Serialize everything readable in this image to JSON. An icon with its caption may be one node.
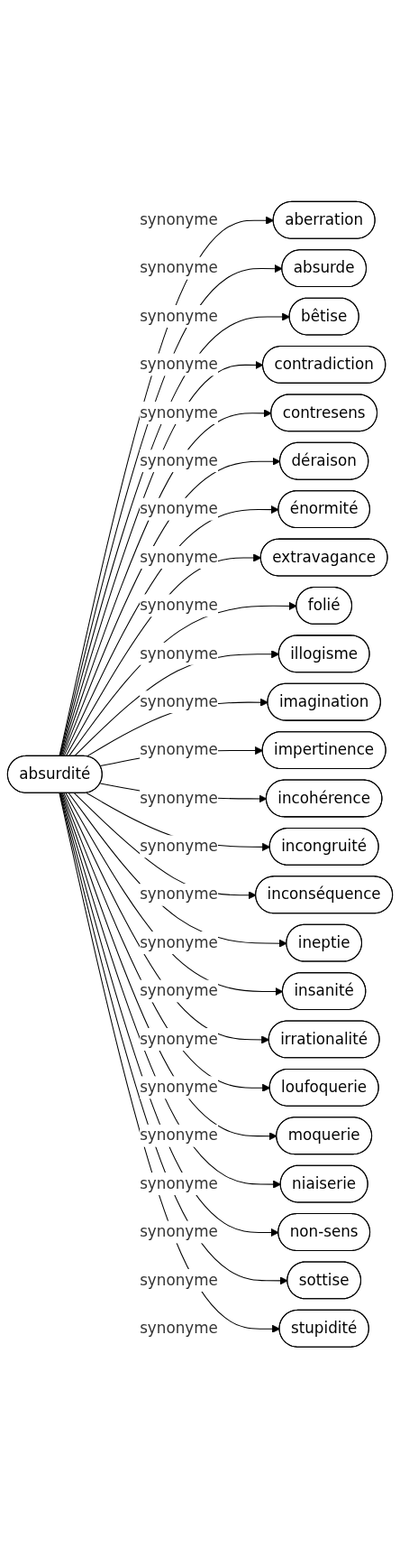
{
  "diagram": {
    "nodes": [
      {
        "text": [
          "absurdité"
        ]
      },
      {
        "text": [
          "aberration"
        ]
      },
      {
        "text": [
          "absurde"
        ]
      },
      {
        "text": [
          "bêtise"
        ]
      },
      {
        "text": [
          "contradiction"
        ]
      },
      {
        "text": [
          "contresens"
        ]
      },
      {
        "text": [
          "déraison"
        ]
      },
      {
        "text": [
          "énormité"
        ]
      },
      {
        "text": [
          "extravagance"
        ]
      },
      {
        "text": [
          "folié"
        ]
      },
      {
        "text": [
          "illogisme"
        ]
      },
      {
        "text": [
          "imagination"
        ]
      },
      {
        "text": [
          "impertinence"
        ]
      },
      {
        "text": [
          "incohérence"
        ]
      },
      {
        "text": [
          "incongruité"
        ]
      },
      {
        "text": [
          "inconséquence"
        ]
      },
      {
        "text": [
          "ineptie"
        ]
      },
      {
        "text": [
          "insanité"
        ]
      },
      {
        "text": [
          "irrationalité"
        ]
      },
      {
        "text": [
          "loufoquerie"
        ]
      },
      {
        "text": [
          "moquerie"
        ]
      },
      {
        "text": [
          "niaiserie"
        ]
      },
      {
        "text": [
          "non-sens"
        ]
      },
      {
        "text": [
          "sottise"
        ]
      },
      {
        "text": [
          "stupidité"
        ]
      }
    ],
    "edges": [
      {
        "from": 0,
        "to": 1,
        "arrow": "to",
        "label": "synonyme"
      },
      {
        "from": 0,
        "to": 2,
        "arrow": "to",
        "label": "synonyme"
      },
      {
        "from": 0,
        "to": 3,
        "arrow": "to",
        "label": "synonyme"
      },
      {
        "from": 0,
        "to": 4,
        "arrow": "to",
        "label": "synonyme"
      },
      {
        "from": 0,
        "to": 5,
        "arrow": "to",
        "label": "synonyme"
      },
      {
        "from": 0,
        "to": 6,
        "arrow": "to",
        "label": "synonyme"
      },
      {
        "from": 0,
        "to": 7,
        "arrow": "to",
        "label": "synonyme"
      },
      {
        "from": 0,
        "to": 8,
        "arrow": "to",
        "label": "synonyme"
      },
      {
        "from": 0,
        "to": 9,
        "arrow": "to",
        "label": "synonyme"
      },
      {
        "from": 0,
        "to": 10,
        "arrow": "to",
        "label": "synonyme"
      },
      {
        "from": 0,
        "to": 11,
        "arrow": "to",
        "label": "synonyme"
      },
      {
        "from": 0,
        "to": 12,
        "arrow": "to",
        "label": "synonyme"
      },
      {
        "from": 0,
        "to": 13,
        "arrow": "to",
        "label": "synonyme"
      },
      {
        "from": 0,
        "to": 14,
        "arrow": "to",
        "label": "synonyme"
      },
      {
        "from": 0,
        "to": 15,
        "arrow": "to",
        "label": "synonyme"
      },
      {
        "from": 0,
        "to": 16,
        "arrow": "to",
        "label": "synonyme"
      },
      {
        "from": 0,
        "to": 17,
        "arrow": "to",
        "label": "synonyme"
      },
      {
        "from": 0,
        "to": 18,
        "arrow": "to",
        "label": "synonyme"
      },
      {
        "from": 0,
        "to": 19,
        "arrow": "to",
        "label": "synonyme"
      },
      {
        "from": 0,
        "to": 20,
        "arrow": "to",
        "label": "synonyme"
      },
      {
        "from": 0,
        "to": 21,
        "arrow": "to",
        "label": "synonyme"
      },
      {
        "from": 0,
        "to": 22,
        "arrow": "to",
        "label": "synonyme"
      },
      {
        "from": 0,
        "to": 23,
        "arrow": "to",
        "label": "synonyme"
      },
      {
        "from": 0,
        "to": 24,
        "arrow": "to",
        "label": "synonyme"
      }
    ]
  }
}
